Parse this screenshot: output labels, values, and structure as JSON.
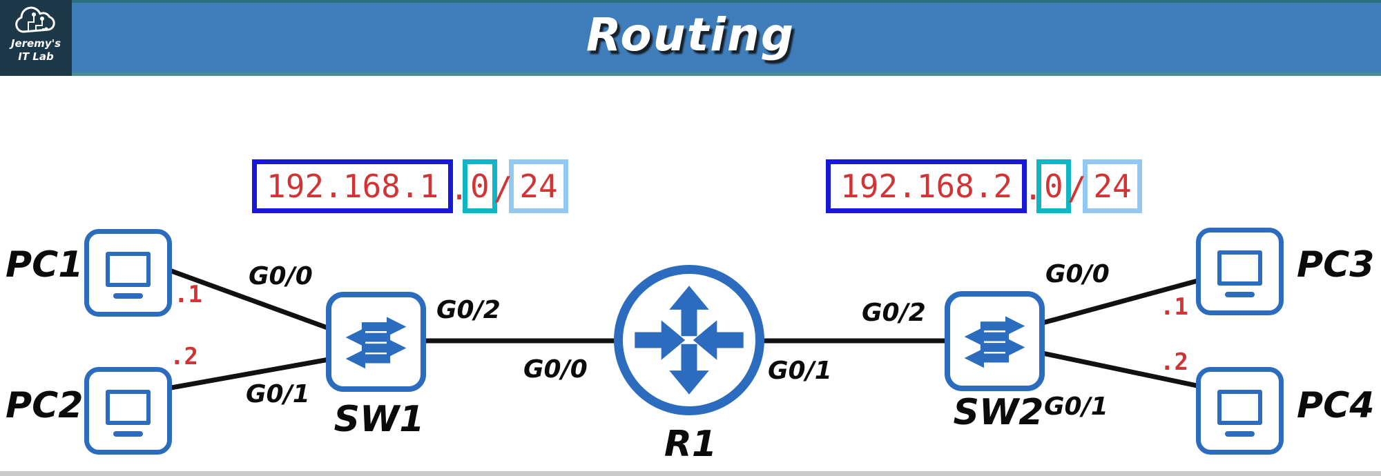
{
  "header": {
    "title": "Routing",
    "logo_line1": "Jeremy's",
    "logo_line2": "IT Lab"
  },
  "subnets": {
    "left": {
      "network": "192.168.1",
      "dot": ".",
      "host_octet": "0",
      "slash": "/",
      "prefix_length": "24"
    },
    "right": {
      "network": "192.168.2",
      "dot": ".",
      "host_octet": "0",
      "slash": "/",
      "prefix_length": "24"
    }
  },
  "devices": {
    "pc1": {
      "label": "PC1",
      "ip_suffix": ".1"
    },
    "pc2": {
      "label": "PC2",
      "ip_suffix": ".2"
    },
    "pc3": {
      "label": "PC3",
      "ip_suffix": ".1"
    },
    "pc4": {
      "label": "PC4",
      "ip_suffix": ".2"
    },
    "sw1": {
      "label": "SW1"
    },
    "sw2": {
      "label": "SW2"
    },
    "r1": {
      "label": "R1"
    }
  },
  "interfaces": {
    "sw1_g00": "G0/0",
    "sw1_g01": "G0/1",
    "sw1_g02": "G0/2",
    "r1_g00": "G0/0",
    "r1_g01": "G0/1",
    "sw2_g02": "G0/2",
    "sw2_g00": "G0/0",
    "sw2_g01": "G0/1"
  },
  "colors": {
    "header_bar": "#3f7dbb",
    "header_strip_top": "#2e6f80",
    "header_strip_bottom": "#4a8d8e",
    "logo_bg": "#1d3949",
    "device_blue": "#2c6cbe",
    "ip_red": "#d03434",
    "network_box_border": "#1818d8",
    "host_box_border": "#10b6c8",
    "prefix_box_border": "#93c9f0",
    "link_black": "#111111"
  }
}
